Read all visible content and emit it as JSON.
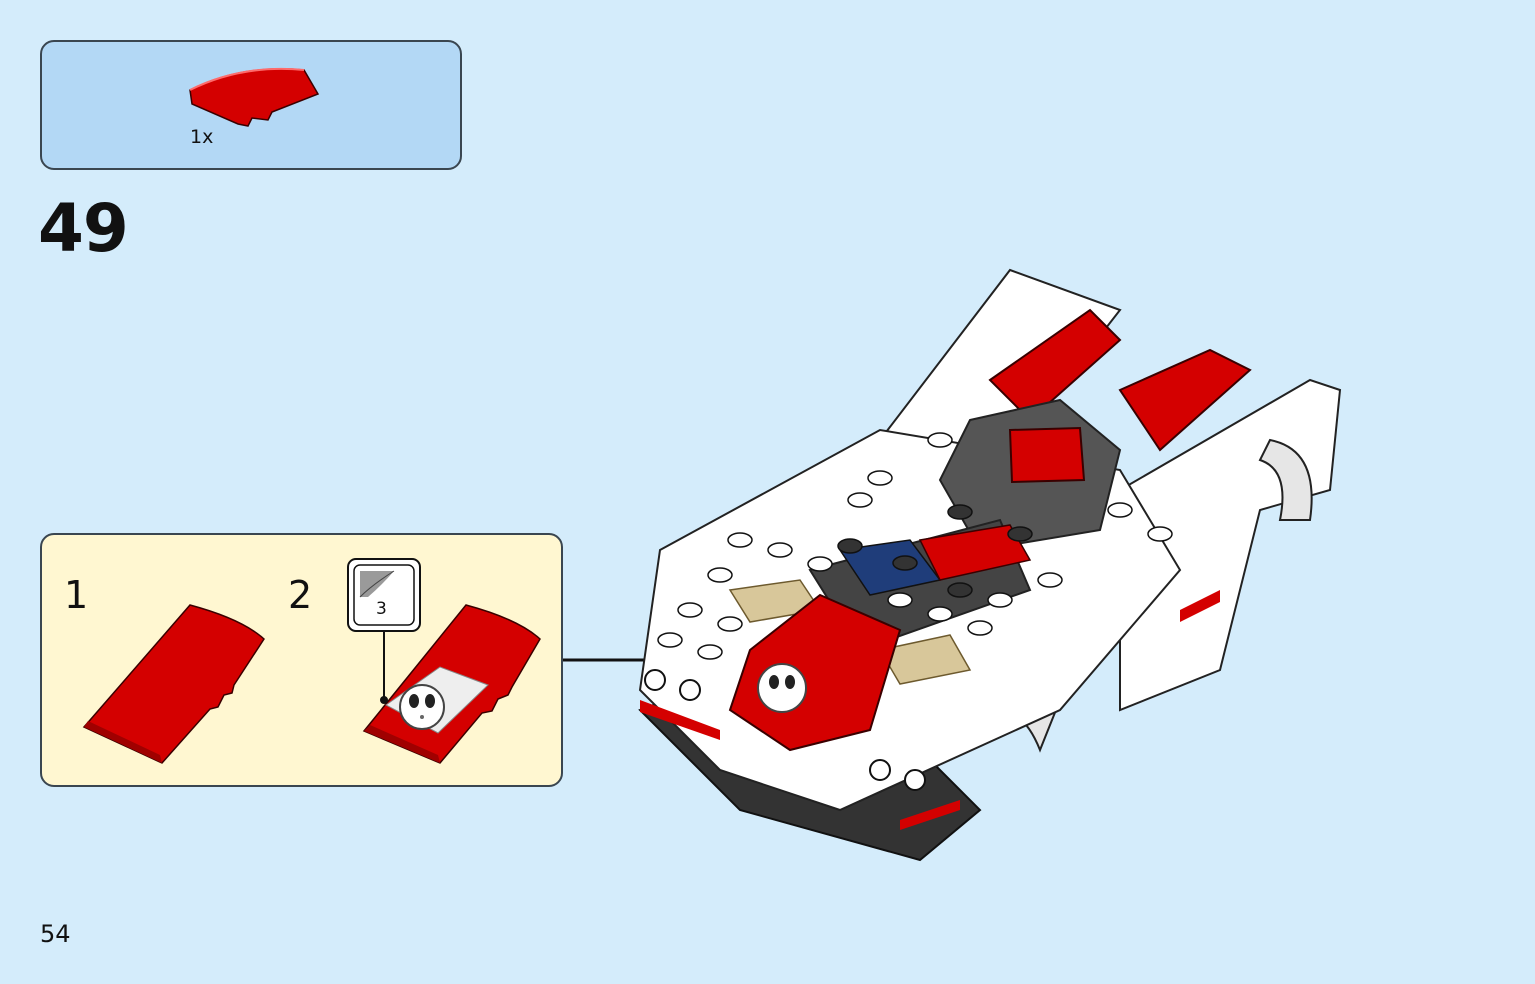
{
  "parts_list": {
    "items": [
      {
        "quantity": "1x",
        "part_icon": "red-curved-slope-icon",
        "color": "#d40000"
      }
    ]
  },
  "step": {
    "number": "49"
  },
  "sub_steps": [
    {
      "number": "1"
    },
    {
      "number": "2",
      "sticker": "3"
    }
  ],
  "page": {
    "number": "54"
  },
  "colors": {
    "background": "#d4ecfb",
    "parts_box": "#b3d8f5",
    "sub_box": "#fff7d1",
    "brick_red": "#d40000",
    "brick_white": "#ffffff",
    "brick_dark": "#333333",
    "brick_tan": "#d8c79a",
    "brick_blue": "#1f3d7a"
  }
}
